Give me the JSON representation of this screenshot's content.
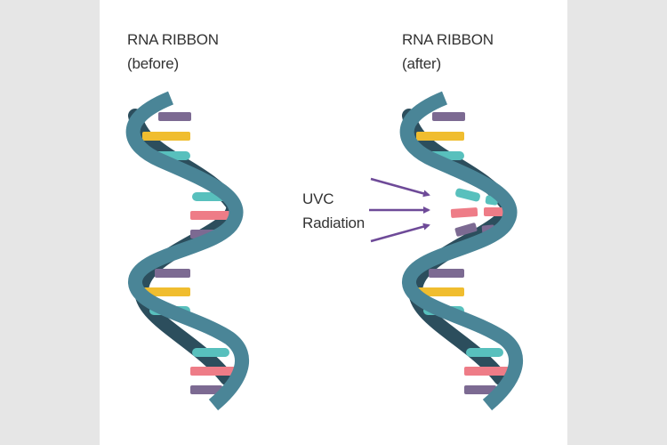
{
  "left_panel": {
    "title": "RNA RIBBON",
    "subtitle": "(before)"
  },
  "right_panel": {
    "title": "RNA RIBBON",
    "subtitle": "(after)"
  },
  "radiation": {
    "line1": "UVC",
    "line2": "Radiation"
  },
  "colors": {
    "background": "#e6e6e6",
    "panel": "#ffffff",
    "strand_front": "#4a8597",
    "strand_back": "#2c4e5d",
    "base_purple": "#7c6a92",
    "base_yellow": "#f0bd2f",
    "base_teal": "#58c0bd",
    "base_pink": "#ee7c87",
    "arrow": "#6e4a98",
    "text": "#333333"
  }
}
